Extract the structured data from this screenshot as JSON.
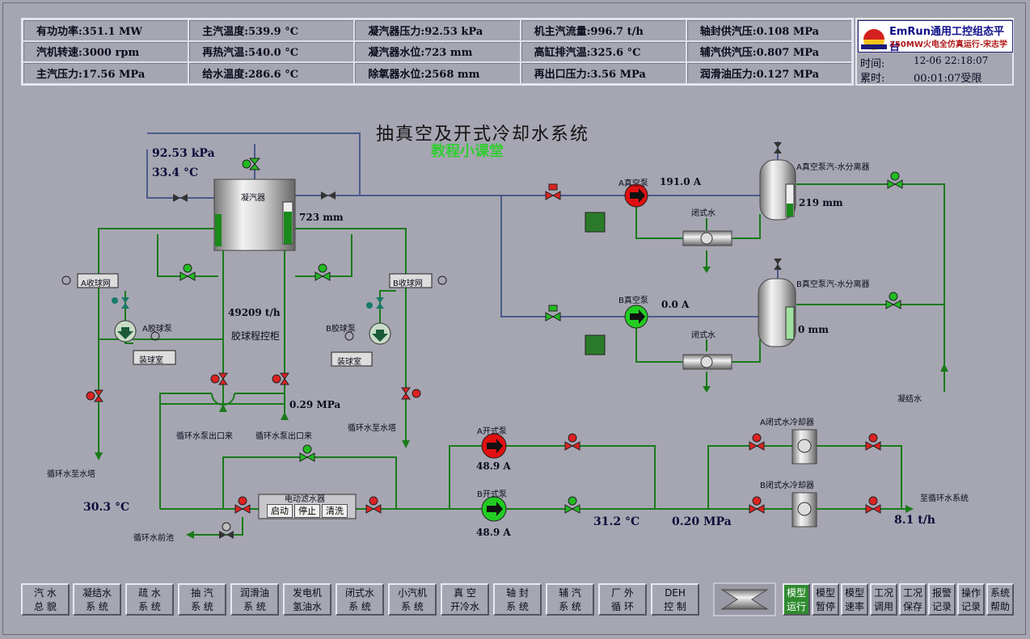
{
  "header": {
    "cells": [
      "有功功率:351.1 MW",
      "主汽温度:539.9 °C",
      "凝汽器压力:92.53 kPa",
      "机主汽流量:996.7 t/h",
      "轴封供汽压:0.108 MPa",
      "汽机转速:3000 rpm",
      "再热汽温:540.0 °C",
      "凝汽器水位:723 mm",
      "高缸排汽温:325.6 °C",
      "辅汽供汽压:0.807 MPa",
      "主汽压力:17.56 MPa",
      "给水温度:286.6 °C",
      "除氧器水位:2568 mm",
      "再出口压力:3.56 MPa",
      "润滑油压力:0.127 MPa"
    ],
    "logo_title": "EmRun通用工控组态平台",
    "logo_sub": "350MW火电全仿真运行-宋志学",
    "time_label": "时间:",
    "time_value": "12-06 22:18:07",
    "elapsed_label": "累时:",
    "elapsed_value": "00:01:07受限"
  },
  "diagram": {
    "title": "抽真空及开式冷却水系统",
    "watermark": "教程小课堂",
    "condenser_pressure": "92.53 kPa",
    "condenser_temp": "33.4 °C",
    "condenser_label": "凝汽器",
    "condenser_level": "723 mm",
    "ballflow": "49209 t/h",
    "ball_cabinet": "胶球程控柜",
    "a_net": "A收球网",
    "b_net": "B收球网",
    "a_ballpump": "A胶球泵",
    "b_ballpump": "B胶球泵",
    "ball_room": "装球室",
    "pressure_029": "0.29 MPa",
    "pump_out_1": "循环水泵出口来",
    "pump_out_2": "循环水泵出口来",
    "to_tower_right": "循环水至水塔",
    "to_tower_left": "循环水至水塔",
    "temp_303": "30.3 °C",
    "filter_label": "电动滤水器",
    "filter_start": "启动",
    "filter_stop": "停止",
    "filter_clean": "清洗",
    "to_front_pool": "循环水前池",
    "a_vac_pump": "A真空泵",
    "a_vac_current": "191.0 A",
    "b_vac_pump": "B真空泵",
    "b_vac_current": "0.0 A",
    "closed_water_a": "闭式水",
    "closed_water_b": "闭式水",
    "a_separator": "A真空泵汽-水分离器",
    "a_sep_level": "219 mm",
    "b_separator": "B真空泵汽-水分离器",
    "b_sep_level": "0 mm",
    "condensate": "凝结水",
    "a_open_pump": "A开式泵",
    "a_open_current": "48.9 A",
    "b_open_pump": "B开式泵",
    "b_open_current": "48.9 A",
    "temp_312": "31.2 °C",
    "pressure_020": "0.20 MPa",
    "a_cooler": "A闭式水冷却器",
    "b_cooler": "B闭式水冷却器",
    "to_circ": "至循环水系统",
    "flow_81": "8.1 t/h"
  },
  "nav": [
    [
      "汽 水",
      "总 貌"
    ],
    [
      "凝结水",
      "系 统"
    ],
    [
      "疏 水",
      "系 统"
    ],
    [
      "抽 汽",
      "系 统"
    ],
    [
      "润滑油",
      "系 统"
    ],
    [
      "发电机",
      "氢油水"
    ],
    [
      "闭式水",
      "系 统"
    ],
    [
      "小汽机",
      "系 统"
    ],
    [
      "真 空",
      "开冷水"
    ],
    [
      "轴 封",
      "系 统"
    ],
    [
      "辅 汽",
      "系 统"
    ],
    [
      "厂 外",
      "循 环"
    ],
    [
      "DEH",
      "控 制"
    ]
  ],
  "nav_right": [
    [
      "模型",
      "运行"
    ],
    [
      "模型",
      "暂停"
    ],
    [
      "模型",
      "速率"
    ],
    [
      "工况",
      "调用"
    ],
    [
      "工况",
      "保存"
    ],
    [
      "报警",
      "记录"
    ],
    [
      "操作",
      "记录"
    ],
    [
      "系统",
      "帮助"
    ]
  ],
  "colors": {
    "pipe": "#1a7a1a",
    "valve_open": "#22bb22",
    "valve_closed": "#dd2222",
    "pump_on": "#e01010",
    "pump_off": "#22cc22",
    "bg": "#a6a6b2"
  }
}
